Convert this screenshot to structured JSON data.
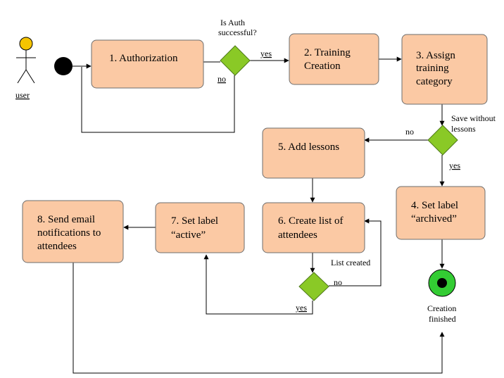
{
  "actor": {
    "label": "user",
    "head_color": "#f5c400"
  },
  "nodes": {
    "n1": {
      "line1": "1. Authorization"
    },
    "n2": {
      "line1": "2. Training",
      "line2": "Creation"
    },
    "n3": {
      "line1": "3. Assign",
      "line2": "training",
      "line3": "category"
    },
    "n4": {
      "line1": "4. Set label",
      "line2": "“archived”"
    },
    "n5": {
      "line1": "5. Add lessons"
    },
    "n6": {
      "line1": "6. Create list of",
      "line2": "attendees"
    },
    "n7": {
      "line1": "7. Set label",
      "line2": "“active”"
    },
    "n8": {
      "line1": "8. Send email",
      "line2": "notifications to",
      "line3": "attendees"
    }
  },
  "decisions": {
    "auth": {
      "question1": "Is Auth",
      "question2": "successful?",
      "yes": "yes",
      "no": "no"
    },
    "lessons": {
      "question1": "Save without",
      "question2": "lessons",
      "yes": "yes",
      "no": "no"
    },
    "list": {
      "question": "List created",
      "yes": "yes",
      "no": "no"
    }
  },
  "end": {
    "label1": "Creation",
    "label2": "finished"
  },
  "colors": {
    "box_fill": "#fbc9a4",
    "decision_fill": "#8ac926",
    "end_fill": "#33cc33"
  }
}
